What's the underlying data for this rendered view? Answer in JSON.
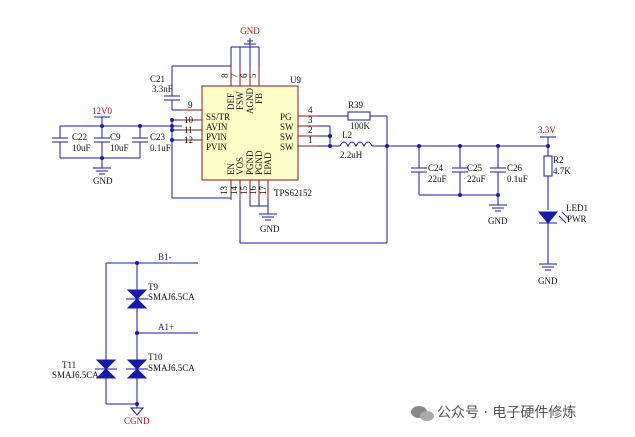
{
  "chip": {
    "ref": "U9",
    "part": "TPS62152",
    "left_pins": [
      {
        "num": "9",
        "name": "SS/TR"
      },
      {
        "num": "10",
        "name": "AVIN"
      },
      {
        "num": "11",
        "name": "PVIN"
      },
      {
        "num": "12",
        "name": "PVIN"
      }
    ],
    "right_pins": [
      {
        "num": "4",
        "name": "PG"
      },
      {
        "num": "3",
        "name": "SW"
      },
      {
        "num": "2",
        "name": "SW"
      },
      {
        "num": "1",
        "name": "SW"
      }
    ],
    "top_pins": [
      {
        "num": "8",
        "name": "DEF"
      },
      {
        "num": "7",
        "name": "FSW"
      },
      {
        "num": "6",
        "name": "AGND"
      },
      {
        "num": "5",
        "name": "FB"
      }
    ],
    "bottom_pins": [
      {
        "num": "13",
        "name": "EN"
      },
      {
        "num": "14",
        "name": "VOS"
      },
      {
        "num": "15",
        "name": "PGND"
      },
      {
        "num": "16",
        "name": "PGND"
      },
      {
        "num": "17",
        "name": "EPAD"
      }
    ]
  },
  "components": {
    "c21": {
      "ref": "C21",
      "value": "3.3nF"
    },
    "c22": {
      "ref": "C22",
      "value": "10uF"
    },
    "c9": {
      "ref": "C9",
      "value": "10uF"
    },
    "c23": {
      "ref": "C23",
      "value": "0.1uF"
    },
    "r39": {
      "ref": "R39",
      "value": "100K"
    },
    "l2": {
      "ref": "L2",
      "value": "2.2uH"
    },
    "c24": {
      "ref": "C24",
      "value": "22uF"
    },
    "c25": {
      "ref": "C25",
      "value": "22uF"
    },
    "c26": {
      "ref": "C26",
      "value": "0.1uF"
    },
    "r2": {
      "ref": "R2",
      "value": "4.7K"
    },
    "led1": {
      "ref": "LED1",
      "value": "PWR"
    },
    "t9": {
      "ref": "T9",
      "value": "SMAJ6.5CA"
    },
    "t10": {
      "ref": "T10",
      "value": "SMAJ6.5CA"
    },
    "t11": {
      "ref": "T11",
      "value": "SMAJ6.5CA"
    }
  },
  "nets": {
    "gnd": "GND",
    "cgnd": "CGND",
    "v12": "12V0",
    "v33": "3.3V",
    "b1": "B1-",
    "a1": "A1+"
  },
  "watermark": "公众号 · 电子硬件修炼"
}
